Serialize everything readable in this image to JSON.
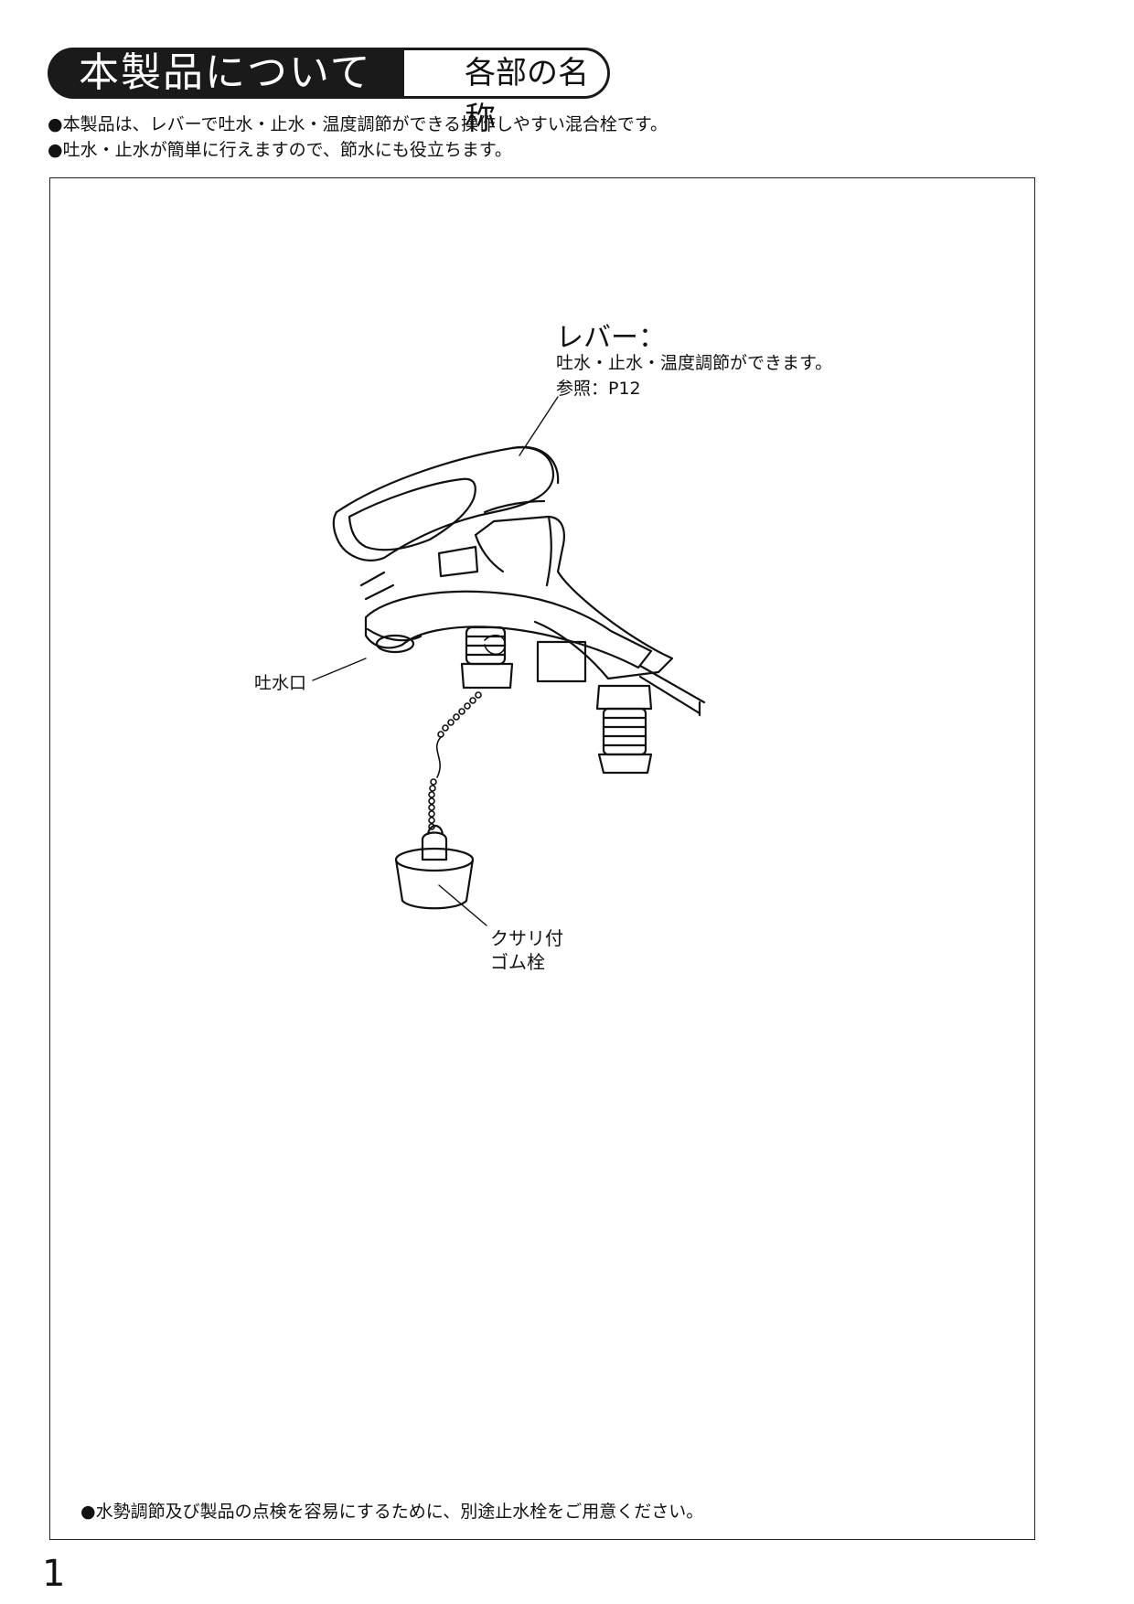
{
  "header": {
    "title": "本製品について",
    "subtitle": "各部の名称"
  },
  "intro": {
    "lines": [
      "●本製品は、レバーで吐水・止水・温度調節ができる操作しやすい混合栓です。",
      "●吐水・止水が簡単に行えますので、節水にも役立ちます。"
    ]
  },
  "diagram": {
    "lever": {
      "title": "レバー：",
      "description": "吐水・止水・温度調節ができます。",
      "reference": "参照：P12"
    },
    "spout": {
      "label": "吐水口"
    },
    "stopper": {
      "line1": "クサリ付",
      "line2": "ゴム栓"
    }
  },
  "footnote": "●水勢調節及び製品の点検を容易にするために、別途止水栓をご用意ください。",
  "page_number": "1"
}
